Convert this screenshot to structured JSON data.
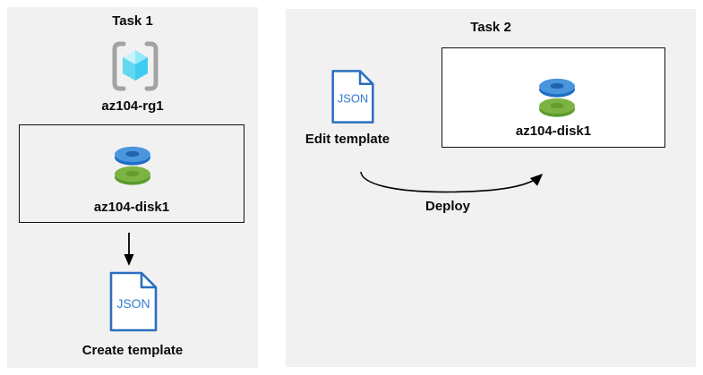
{
  "task1": {
    "title": "Task 1",
    "resource_group": {
      "label": "az104-rg1"
    },
    "disk_box": {
      "label": "az104-disk1"
    },
    "template": {
      "icon_text": "JSON",
      "label": "Create template"
    }
  },
  "task2": {
    "title": "Task 2",
    "template": {
      "icon_text": "JSON",
      "label": "Edit template"
    },
    "disk_box": {
      "label": "az104-disk1"
    },
    "deploy_label": "Deploy"
  },
  "colors": {
    "panel_background": "#f1f1f1",
    "box_background": "#ffffff",
    "outline_black": "#111111",
    "json_blue": "#2b6fbf",
    "json_text_blue": "#2f7bd0",
    "disk_blue_top": "#4a96dd",
    "disk_blue_side": "#1e6ec6",
    "disk_blue_hole": "#1f64ad",
    "disk_green_top": "#7cb342",
    "disk_green_side": "#5c9a2c",
    "disk_green_hole": "#649d2f",
    "cube_cyan_light": "#c9f3fa",
    "cube_cyan": "#3ecdf1",
    "bracket_gray": "#a3a3a3",
    "arrow_black": "#000000"
  }
}
